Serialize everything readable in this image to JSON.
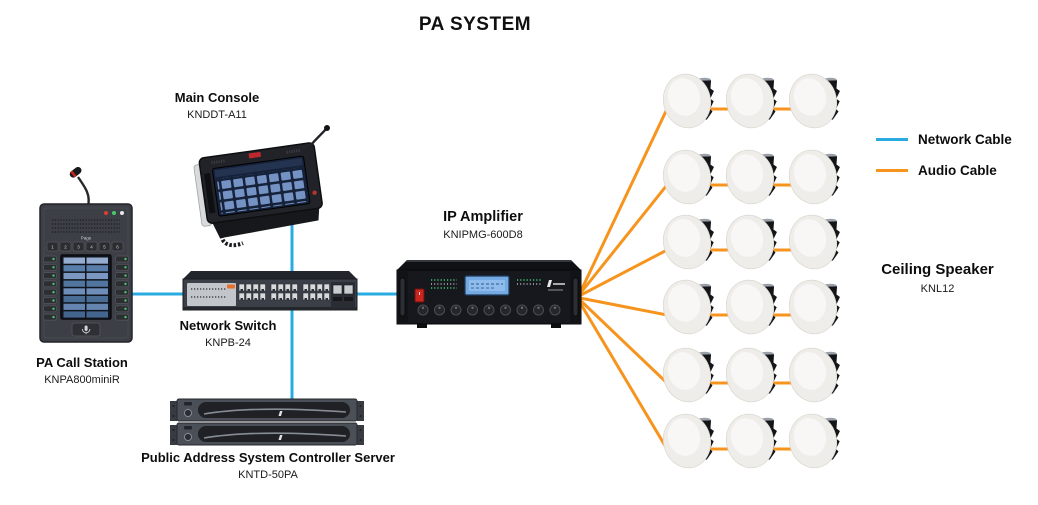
{
  "title": "PA SYSTEM",
  "legend": {
    "network": {
      "label": "Network Cable",
      "color": "#29ABE2"
    },
    "audio": {
      "label": "Audio Cable",
      "color": "#F7941E"
    }
  },
  "nodes": {
    "main_console": {
      "name": "Main Console",
      "model": "KNDDT-A11"
    },
    "pa_call_station": {
      "name": "PA Call Station",
      "model": "KNPA800miniR",
      "page_label": "Page",
      "page_keys": [
        "1",
        "2",
        "3",
        "4",
        "5",
        "6"
      ]
    },
    "network_switch": {
      "name": "Network Switch",
      "model": "KNPB-24"
    },
    "ip_amplifier": {
      "name": "IP Amplifier",
      "model": "KNIPMG-600D8"
    },
    "controller_server": {
      "name": "Public Address System Controller Server",
      "model": "KNTD-50PA"
    },
    "ceiling_speaker": {
      "name": "Ceiling Speaker",
      "model": "KNL12",
      "rows": 6,
      "per_row": 3
    }
  }
}
